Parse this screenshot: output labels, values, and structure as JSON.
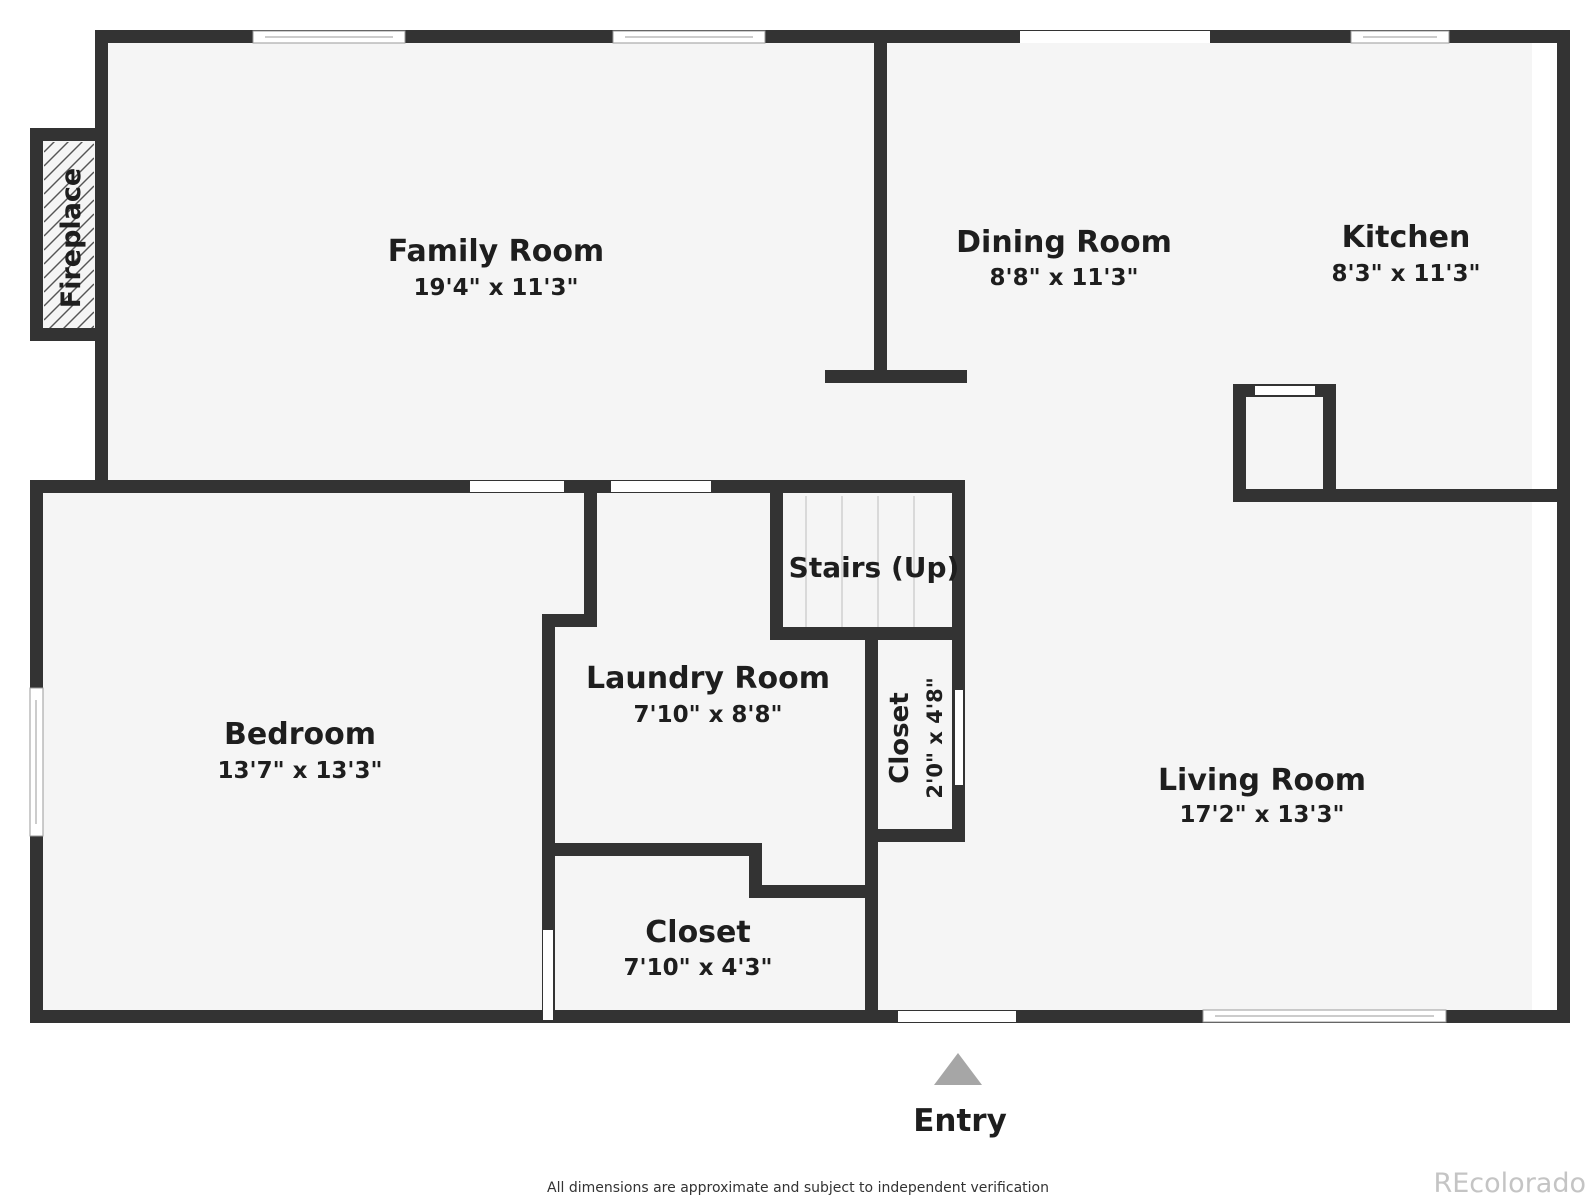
{
  "rooms": {
    "family_room": {
      "name": "Family Room",
      "dim": "19'4\" x 11'3\""
    },
    "dining_room": {
      "name": "Dining Room",
      "dim": "8'8\" x 11'3\""
    },
    "kitchen": {
      "name": "Kitchen",
      "dim": "8'3\" x 11'3\""
    },
    "bedroom": {
      "name": "Bedroom",
      "dim": "13'7\" x 13'3\""
    },
    "laundry_room": {
      "name": "Laundry Room",
      "dim": "7'10\" x 8'8\""
    },
    "stairs": {
      "name": "Stairs (Up)"
    },
    "closet_small": {
      "name": "Closet",
      "dim": "2'0\" x 4'8\""
    },
    "closet_lower": {
      "name": "Closet",
      "dim": "7'10\" x 4'3\""
    },
    "living_room": {
      "name": "Living Room",
      "dim": "17'2\" x 13'3\""
    },
    "fireplace": {
      "name": "Fireplace"
    }
  },
  "entry_label": "Entry",
  "disclaimer": "All dimensions are approximate and subject to independent verification",
  "watermark": "REcolorado",
  "colors": {
    "wall": "#333333",
    "floor": "#f5f5f5",
    "entry_arrow": "#a6a6a6",
    "watermark": "#c4c4c4"
  }
}
